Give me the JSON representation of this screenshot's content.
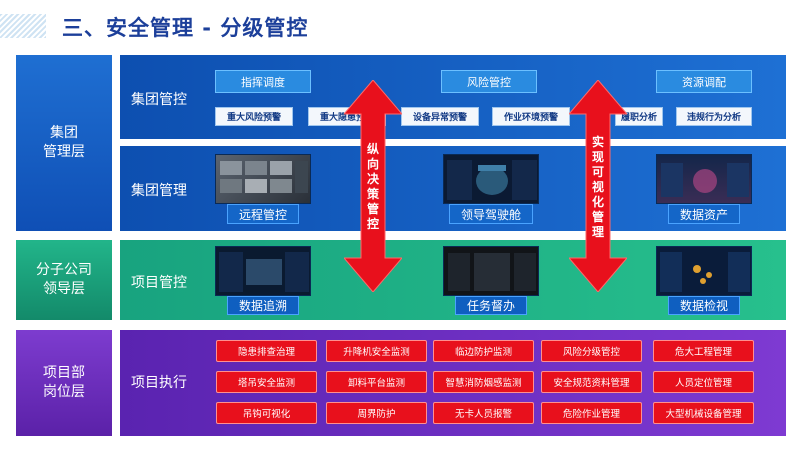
{
  "title": "三、安全管理 - 分级管控",
  "levels": {
    "group": "集团\n管理层",
    "sub": "分子公司\n领导层",
    "proj": "项目部\n岗位层"
  },
  "rows": {
    "r1": {
      "label": "集团管控",
      "top_chips": [
        "指挥调度",
        "风险管控",
        "资源调配"
      ],
      "white_chips": [
        "重大风险预警",
        "重大隐患预警",
        "设备异常预警",
        "作业环境预警",
        "履职分析",
        "违规行为分析"
      ]
    },
    "r2": {
      "label": "集团管理",
      "captions": [
        "远程管控",
        "领导驾驶舱",
        "数据资产"
      ]
    },
    "r3": {
      "label": "项目管控",
      "captions": [
        "数据追溯",
        "任务督办",
        "数据检视"
      ]
    },
    "r4": {
      "label": "项目执行",
      "items": [
        "隐患排查治理",
        "升降机安全监测",
        "临边防护监测",
        "风险分级管控",
        "危大工程管理",
        "塔吊安全监测",
        "卸料平台监测",
        "智慧消防烟感监测",
        "安全规范资料管理",
        "人员定位管理",
        "吊钩可视化",
        "周界防护",
        "无卡人员报警",
        "危险作业管理",
        "大型机械设备管理"
      ]
    }
  },
  "arrows": {
    "left": "纵向决策管控",
    "right": "实现可视化管理"
  },
  "colors": {
    "arrow": "#e8101c",
    "title": "#1c3f9a"
  }
}
